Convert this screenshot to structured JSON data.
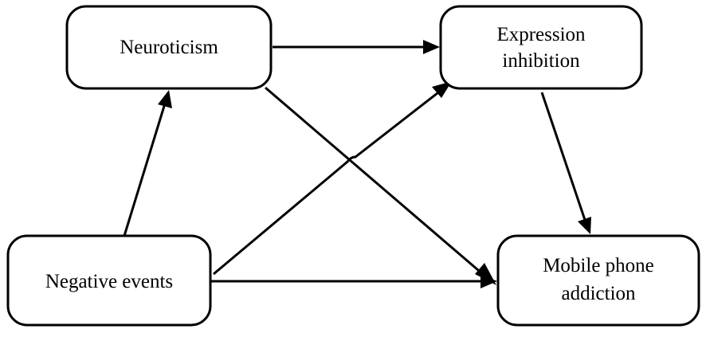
{
  "nodes": {
    "neuroticism": {
      "lines": [
        "Neuroticism"
      ]
    },
    "expression_inhibition": {
      "lines": [
        "Expression",
        "inhibition"
      ]
    },
    "negative_events": {
      "lines": [
        "Negative events"
      ]
    },
    "mobile_phone_addiction": {
      "lines": [
        "Mobile phone",
        "addiction"
      ]
    }
  },
  "edges": [
    {
      "from": "neuroticism",
      "to": "expression_inhibition"
    },
    {
      "from": "neuroticism",
      "to": "mobile_phone_addiction"
    },
    {
      "from": "negative_events",
      "to": "neuroticism"
    },
    {
      "from": "negative_events",
      "to": "expression_inhibition"
    },
    {
      "from": "negative_events",
      "to": "mobile_phone_addiction"
    },
    {
      "from": "expression_inhibition",
      "to": "mobile_phone_addiction"
    }
  ]
}
